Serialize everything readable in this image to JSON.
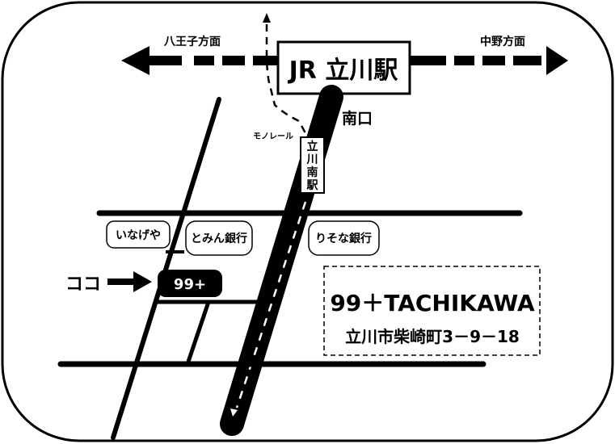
{
  "map": {
    "station_name": "JR 立川駅",
    "west_direction": "八王子方面",
    "east_direction": "中野方面",
    "south_exit": "南口",
    "monorail_label": "モノレール",
    "monorail_station": [
      "立",
      "川",
      "南",
      "駅"
    ],
    "landmarks": {
      "inageya": "いなげや",
      "tomin_bank": "とみん銀行",
      "resona_bank": "りそな銀行",
      "shop_marker": "99+"
    },
    "here_label": "ココ",
    "shop_info": {
      "name": "99＋TACHIKAWA",
      "address": "立川市柴崎町3－9－18"
    },
    "colors": {
      "ink": "#000000",
      "background": "#ffffff"
    }
  }
}
